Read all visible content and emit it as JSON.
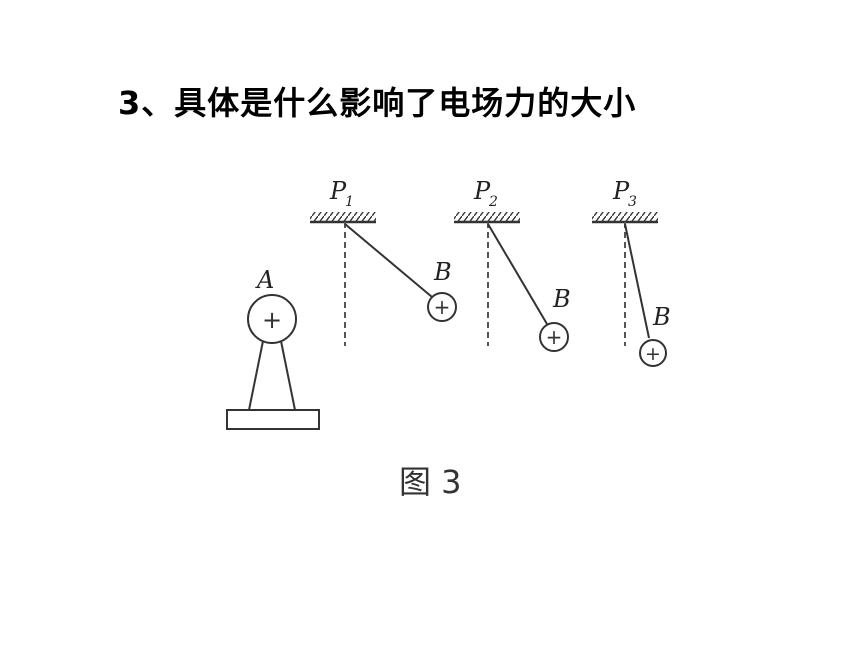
{
  "slide": {
    "title": "3、具体是什么影响了电场力的大小"
  },
  "figure": {
    "caption": "图 3",
    "source_label": "A",
    "charge_sign": "+",
    "pendulums": [
      {
        "pivot_main": "P",
        "pivot_sub": "1",
        "ball_label": "B"
      },
      {
        "pivot_main": "P",
        "pivot_sub": "2",
        "ball_label": "B"
      },
      {
        "pivot_main": "P",
        "pivot_sub": "3",
        "ball_label": "B"
      }
    ]
  }
}
